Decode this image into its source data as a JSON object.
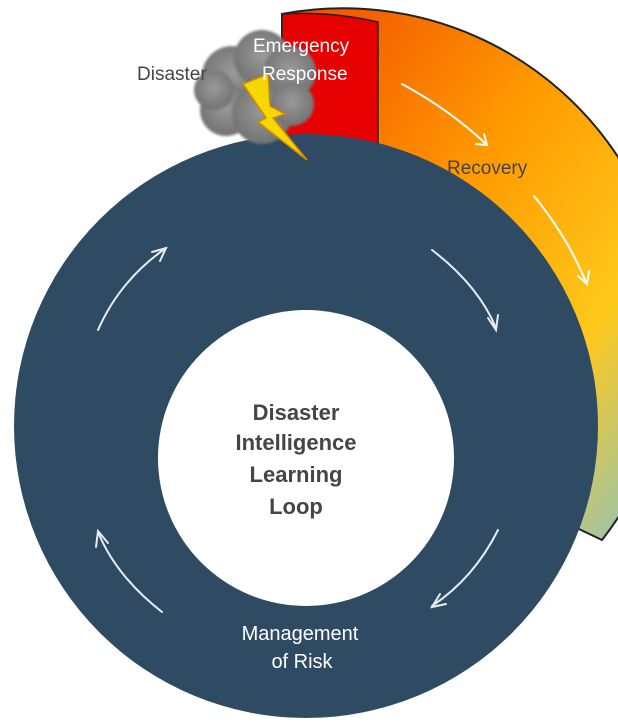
{
  "center_label": {
    "line1": "Disaster",
    "line2": "Intelligence",
    "line3": "Learning",
    "line4": "Loop"
  },
  "phases": {
    "disaster": "Disaster",
    "emergency_response": {
      "line1": "Emergency",
      "line2": "Response"
    },
    "recovery": "Recovery",
    "management_of_risk": {
      "line1": "Management",
      "line2": "of Risk"
    }
  },
  "colors": {
    "ring": "#2f4a63",
    "emergency": "#e60000",
    "recovery_start": "#f25a00",
    "recovery_mid": "#ffb300",
    "recovery_end": "#8ec8d6",
    "cloud": "#8a8a8a",
    "lightning": "#f6d800"
  }
}
